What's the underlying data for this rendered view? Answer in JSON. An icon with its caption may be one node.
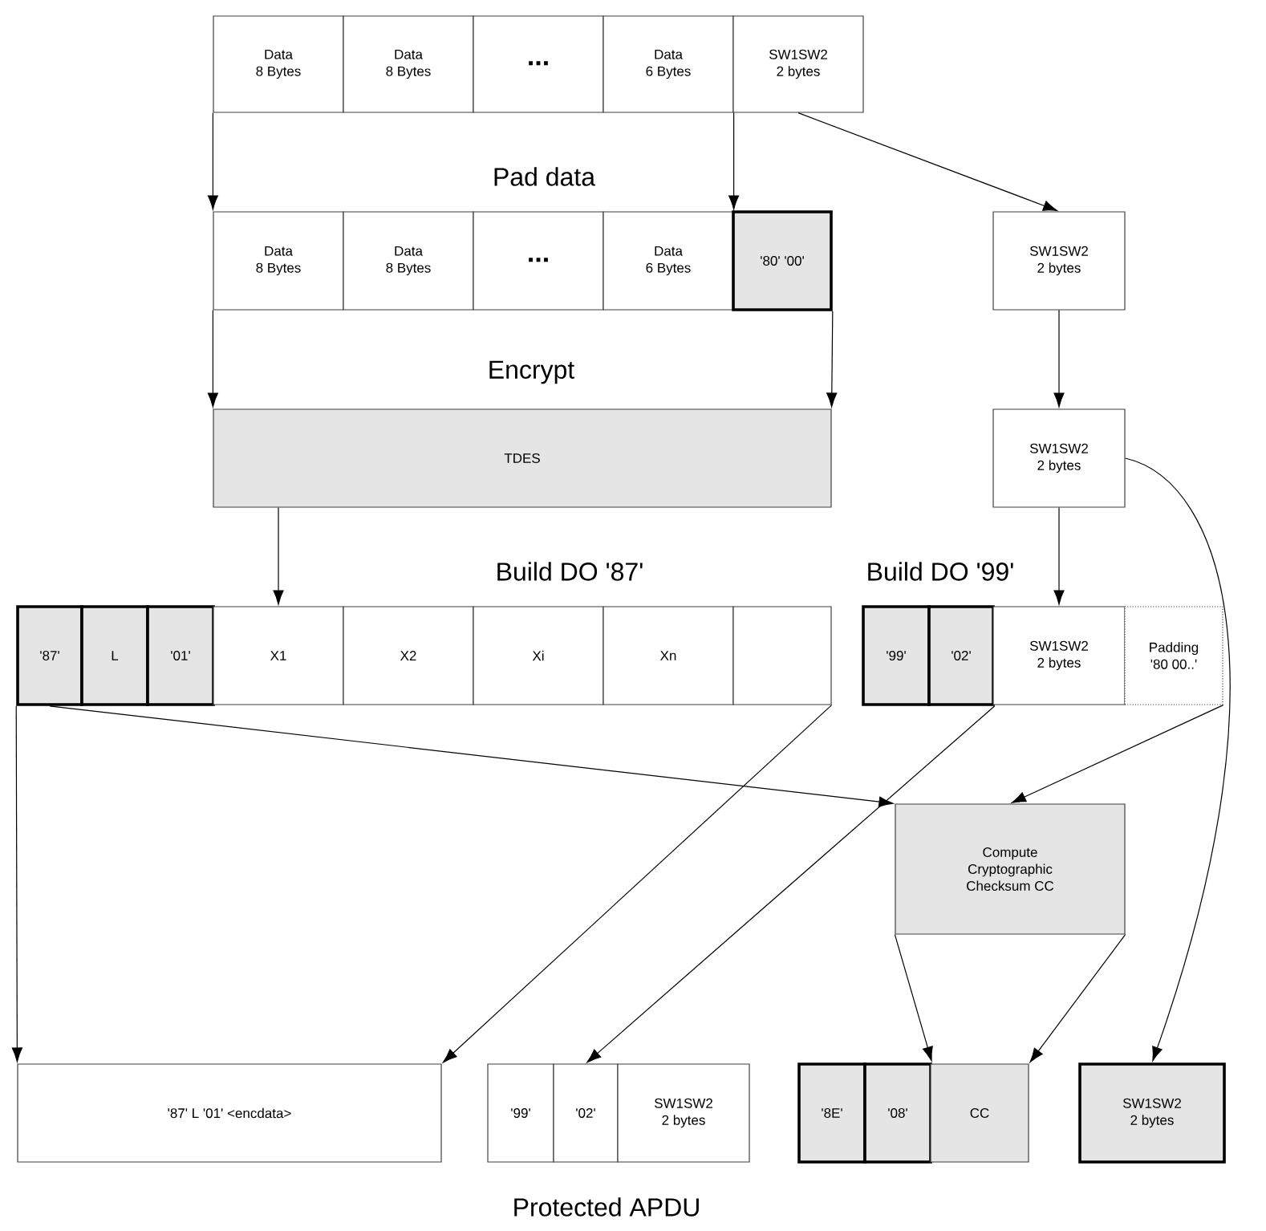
{
  "diagram": {
    "nodes": [
      {
        "text": [
          "Data 8 Bytes"
        ]
      },
      {
        "text": [
          "Data 8 Bytes"
        ]
      },
      {
        "text": [
          "..."
        ]
      },
      {
        "text": [
          "Data 6 Bytes"
        ]
      },
      {
        "text": [
          "SW1SW2 2 bytes"
        ]
      },
      {
        "text": [
          "Data 8 Bytes"
        ]
      },
      {
        "text": [
          "Data 8 Bytes"
        ]
      },
      {
        "text": [
          "..."
        ]
      },
      {
        "text": [
          "Data 6 Bytes"
        ]
      },
      {
        "text": [
          "'80' '00'"
        ]
      },
      {
        "text": [
          "SW1SW2 2 bytes"
        ]
      },
      {
        "text": [
          "TDES"
        ]
      },
      {
        "text": [
          "SW1SW2 2 bytes"
        ]
      },
      {
        "text": [
          "'87'"
        ]
      },
      {
        "text": [
          "L"
        ]
      },
      {
        "text": [
          "'01'"
        ]
      },
      {
        "text": [
          "X1"
        ]
      },
      {
        "text": [
          "X2"
        ]
      },
      {
        "text": [
          "Xi"
        ]
      },
      {
        "text": [
          "Xn"
        ]
      },
      {
        "text": [],
        "shape": "box"
      },
      {
        "text": [
          "'99'"
        ]
      },
      {
        "text": [
          "'02'"
        ]
      },
      {
        "text": [
          "SW1SW2 2 bytes"
        ]
      },
      {
        "text": [
          "Padding '80 00..'"
        ]
      },
      {
        "text": [
          "Compute Cryptographic Checksum CC"
        ]
      },
      {
        "text": [
          "'87' L '01' <encdata>"
        ]
      },
      {
        "text": [
          "'99'"
        ]
      },
      {
        "text": [
          "'02'"
        ]
      },
      {
        "text": [
          "SW1SW2 2 bytes"
        ]
      },
      {
        "text": [
          "'8E'"
        ]
      },
      {
        "text": [
          "'08'"
        ]
      },
      {
        "text": [
          "CC"
        ]
      },
      {
        "text": [
          "SW1SW2 2 bytes"
        ]
      }
    ],
    "edges": [
      {
        "from": 0,
        "to": 5,
        "arrow": "to"
      },
      {
        "from": 3,
        "to": 8,
        "arrow": "to"
      },
      {
        "from": 4,
        "to": 10,
        "arrow": "to"
      },
      {
        "from": 5,
        "to": 11,
        "arrow": "to"
      },
      {
        "from": 9,
        "to": 11,
        "arrow": "to"
      },
      {
        "from": 10,
        "to": 12,
        "arrow": "to"
      },
      {
        "from": 11,
        "to": 16,
        "arrow": "to"
      },
      {
        "from": 12,
        "to": 23,
        "arrow": "to"
      },
      {
        "from": 12,
        "to": 33,
        "arrow": "to"
      },
      {
        "from": 13,
        "to": 25,
        "arrow": "to"
      },
      {
        "from": 13,
        "to": 26,
        "arrow": "to"
      },
      {
        "from": 20,
        "to": 26,
        "arrow": "to"
      },
      {
        "from": 22,
        "to": 28,
        "arrow": "to"
      },
      {
        "from": 24,
        "to": 25,
        "arrow": "to"
      },
      {
        "from": 25,
        "to": 31,
        "arrow": "to"
      },
      {
        "from": 25,
        "to": 32,
        "arrow": "to"
      }
    ],
    "labels": [
      "Pad data",
      "Encrypt",
      "Build DO '87'",
      "Build DO '99'",
      "Protected APDU"
    ]
  }
}
